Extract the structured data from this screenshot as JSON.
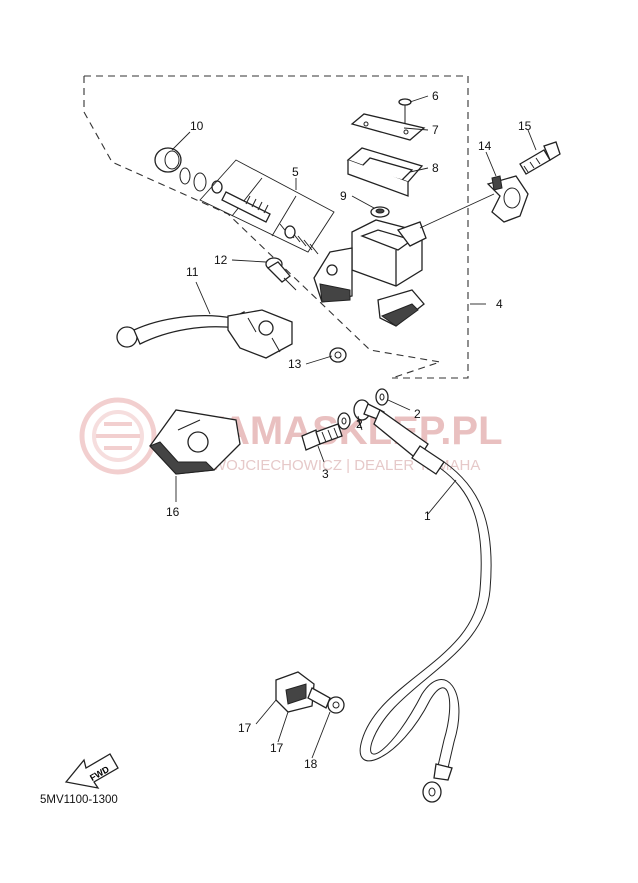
{
  "diagram": {
    "code": "5MV1100-1300",
    "watermark": {
      "brand": "YAMASKLEP.PL",
      "sub": "WOJCIECHOWICZ | DEALER YAMAHA"
    },
    "fwd_label": "FWD",
    "callouts": {
      "c1": "1",
      "c2a": "2",
      "c2b": "2",
      "c3": "3",
      "c4": "4",
      "c5": "5",
      "c6": "6",
      "c7": "7",
      "c8": "8",
      "c9": "9",
      "c10": "10",
      "c11": "11",
      "c12": "12",
      "c13": "13",
      "c14": "14",
      "c15": "15",
      "c16": "16",
      "c17a": "17",
      "c17b": "17",
      "c18": "18"
    }
  }
}
